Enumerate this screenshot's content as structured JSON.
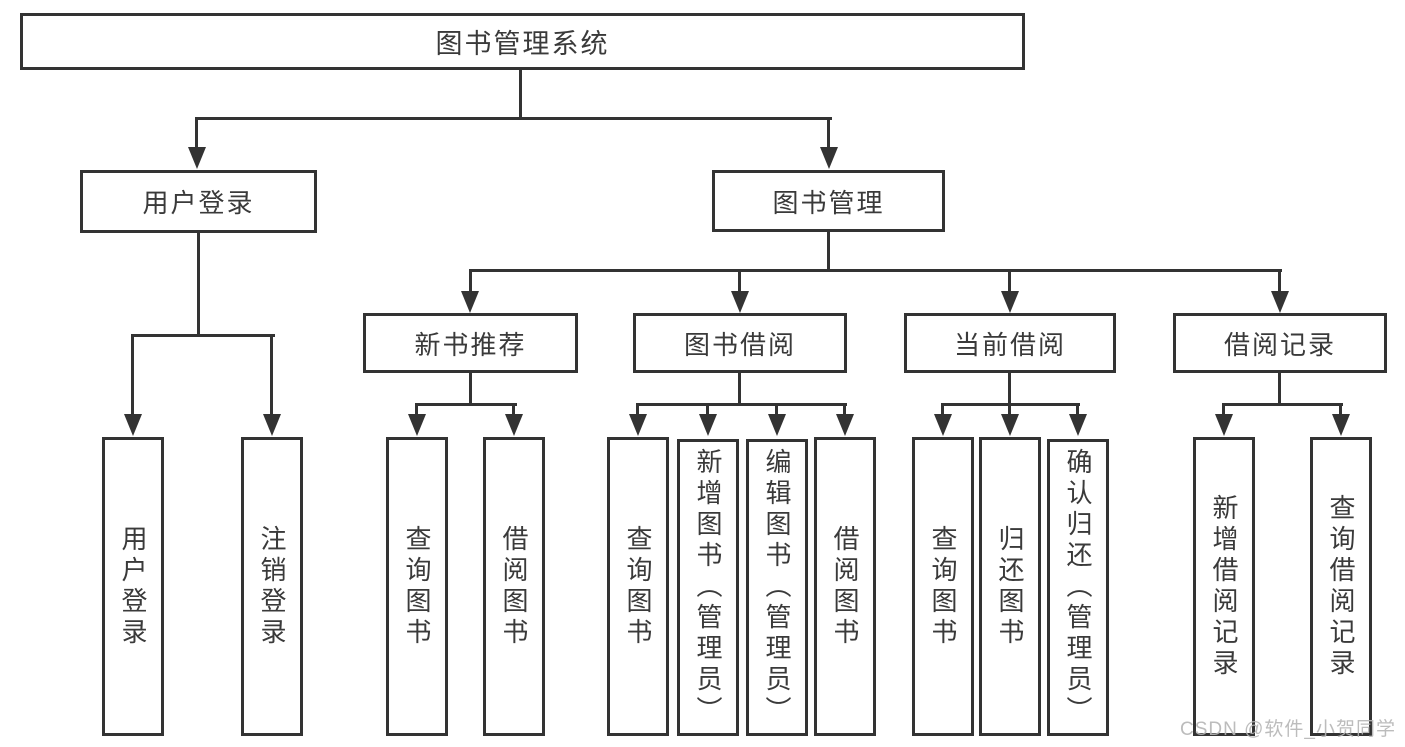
{
  "tree": {
    "label": "图书管理系统",
    "children": [
      {
        "label": "用户登录",
        "children": [
          {
            "label": "用户登录"
          },
          {
            "label": "注销登录"
          }
        ]
      },
      {
        "label": "图书管理",
        "children": [
          {
            "label": "新书推荐",
            "children": [
              {
                "label": "查询图书"
              },
              {
                "label": "借阅图书"
              }
            ]
          },
          {
            "label": "图书借阅",
            "children": [
              {
                "label": "查询图书"
              },
              {
                "label": "新增图书（管理员）"
              },
              {
                "label": "编辑图书（管理员）"
              },
              {
                "label": "借阅图书"
              }
            ]
          },
          {
            "label": "当前借阅",
            "children": [
              {
                "label": "查询图书"
              },
              {
                "label": "归还图书"
              },
              {
                "label": "确认归还（管理员）"
              }
            ]
          },
          {
            "label": "借阅记录",
            "children": [
              {
                "label": "新增借阅记录"
              },
              {
                "label": "查询借阅记录"
              }
            ]
          }
        ]
      }
    ]
  },
  "watermark": {
    "text": "CSDN @软件_小贺同学"
  },
  "colors": {
    "line": "#333333",
    "text": "#3a3a3a",
    "bg": "#ffffff",
    "watermark": "#b5b5b5"
  }
}
